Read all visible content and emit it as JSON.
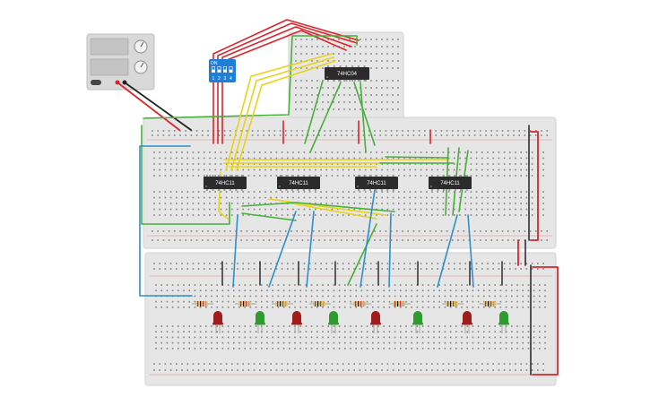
{
  "canvas": {
    "background": "#ffffff"
  },
  "colors": {
    "breadboard": "#e6e6e6",
    "breadboard_edge": "#d2d2d2",
    "hole": "#555555",
    "rail_red": "#d42b2b",
    "rail_black": "#222222",
    "ic_body": "#2b2b2b",
    "wire_red": "#d9262b",
    "wire_black": "#222222",
    "wire_yellow": "#e8d21b",
    "wire_green": "#47b03a",
    "wire_blue": "#2e8fcc",
    "dip_switch": "#1f7fd6",
    "psu_body": "#d9d9d9",
    "led_red": "#a31c1c",
    "led_green": "#2f9a2f",
    "resistor_body": "#d8c28f"
  },
  "power_supply": {
    "name": "power-supply-icon"
  },
  "dip_switch": {
    "on_label": "ON",
    "positions": [
      "1",
      "2",
      "3",
      "4"
    ]
  },
  "chips": [
    {
      "label": "74HC04"
    },
    {
      "label": "74HC11"
    },
    {
      "label": "74HC11"
    },
    {
      "label": "74HC11"
    },
    {
      "label": "74HC11"
    }
  ],
  "leds": [
    "red",
    "green",
    "red",
    "green",
    "red",
    "green",
    "red",
    "green"
  ],
  "breadboards": [
    {
      "name": "breadboard-top-small"
    },
    {
      "name": "breadboard-middle"
    },
    {
      "name": "breadboard-bottom"
    }
  ]
}
